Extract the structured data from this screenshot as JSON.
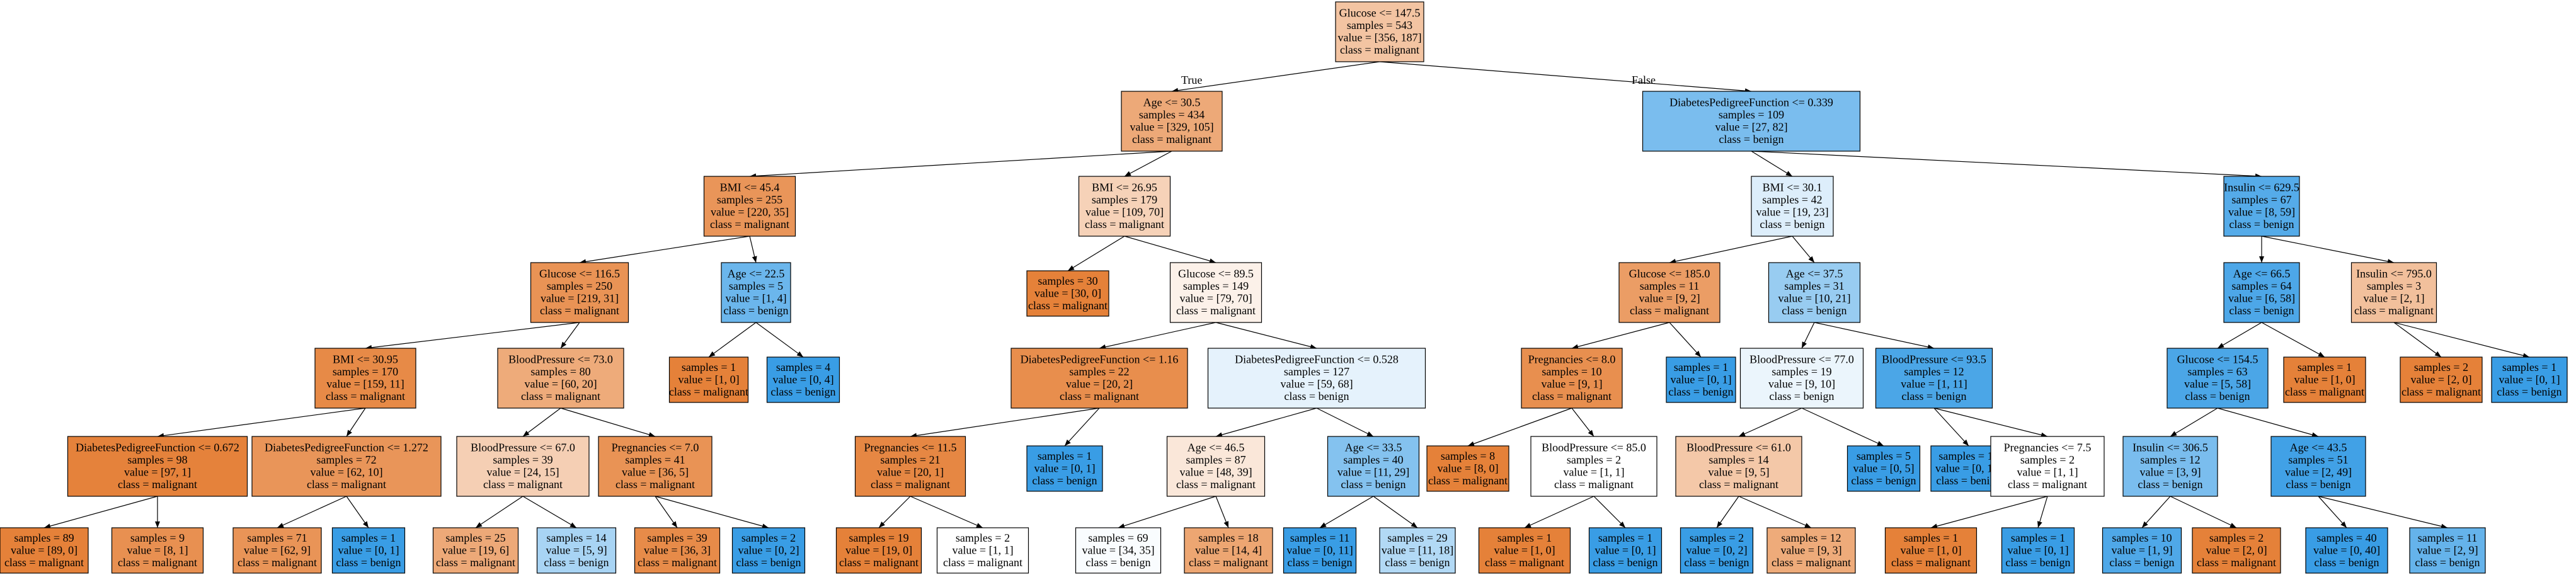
{
  "edge_labels": {
    "true_label": "True",
    "false_label": "False"
  },
  "colors": {
    "malignant": "#e58139",
    "benign": "#399de5",
    "neutral": "#ffffff"
  },
  "nodes": [
    {
      "id": 0,
      "lines": [
        "Glucose <= 147.5",
        "samples = 543",
        "value = [356, 187]",
        "class = malignant"
      ],
      "cls": "m",
      "impurity": 0.47
    },
    {
      "id": 1,
      "lines": [
        "Age <= 30.5",
        "samples = 434",
        "value = [329, 105]",
        "class = malignant"
      ],
      "cls": "m",
      "impurity": 0.68
    },
    {
      "id": 2,
      "lines": [
        "DiabetesPedigreeFunction <= 0.339",
        "samples = 109",
        "value = [27, 82]",
        "class = benign"
      ],
      "cls": "b",
      "impurity": 0.67
    },
    {
      "id": 3,
      "lines": [
        "BMI <= 45.4",
        "samples = 255",
        "value = [220, 35]",
        "class = malignant"
      ],
      "cls": "m",
      "impurity": 0.84
    },
    {
      "id": 4,
      "lines": [
        "BMI <= 26.95",
        "samples = 179",
        "value = [109, 70]",
        "class = malignant"
      ],
      "cls": "m",
      "impurity": 0.36
    },
    {
      "id": 5,
      "lines": [
        "BMI <= 30.1",
        "samples = 42",
        "value = [19, 23]",
        "class = benign"
      ],
      "cls": "b",
      "impurity": 0.17
    },
    {
      "id": 6,
      "lines": [
        "Insulin <= 629.5",
        "samples = 67",
        "value = [8, 59]",
        "class = benign"
      ],
      "cls": "b",
      "impurity": 0.86
    },
    {
      "id": 7,
      "lines": [
        "Glucose <= 116.5",
        "samples = 250",
        "value = [219, 31]",
        "class = malignant"
      ],
      "cls": "m",
      "impurity": 0.86
    },
    {
      "id": 8,
      "lines": [
        "Age <= 22.5",
        "samples = 5",
        "value = [1, 4]",
        "class = benign"
      ],
      "cls": "b",
      "impurity": 0.75
    },
    {
      "id": 9,
      "lines": [
        "samples = 30",
        "value = [30, 0]",
        "class = malignant"
      ],
      "cls": "m",
      "impurity": 1.0
    },
    {
      "id": 10,
      "lines": [
        "Glucose <= 89.5",
        "samples = 149",
        "value = [79, 70]",
        "class = malignant"
      ],
      "cls": "m",
      "impurity": 0.11
    },
    {
      "id": 11,
      "lines": [
        "Glucose <= 185.0",
        "samples = 11",
        "value = [9, 2]",
        "class = malignant"
      ],
      "cls": "m",
      "impurity": 0.78
    },
    {
      "id": 12,
      "lines": [
        "Age <= 37.5",
        "samples = 31",
        "value = [10, 21]",
        "class = benign"
      ],
      "cls": "b",
      "impurity": 0.52
    },
    {
      "id": 13,
      "lines": [
        "Age <= 66.5",
        "samples = 64",
        "value = [6, 58]",
        "class = benign"
      ],
      "cls": "b",
      "impurity": 0.9
    },
    {
      "id": 14,
      "lines": [
        "Insulin <= 795.0",
        "samples = 3",
        "value = [2, 1]",
        "class = malignant"
      ],
      "cls": "m",
      "impurity": 0.5
    },
    {
      "id": 15,
      "lines": [
        "BMI <= 30.95",
        "samples = 170",
        "value = [159, 11]",
        "class = malignant"
      ],
      "cls": "m",
      "impurity": 0.93
    },
    {
      "id": 16,
      "lines": [
        "BloodPressure <= 73.0",
        "samples = 80",
        "value = [60, 20]",
        "class = malignant"
      ],
      "cls": "m",
      "impurity": 0.67
    },
    {
      "id": 17,
      "lines": [
        "samples = 1",
        "value = [1, 0]",
        "class = malignant"
      ],
      "cls": "m",
      "impurity": 1.0
    },
    {
      "id": 18,
      "lines": [
        "samples = 4",
        "value = [0, 4]",
        "class = benign"
      ],
      "cls": "b",
      "impurity": 1.0
    },
    {
      "id": 19,
      "lines": [
        "DiabetesPedigreeFunction <= 1.16",
        "samples = 22",
        "value = [20, 2]",
        "class = malignant"
      ],
      "cls": "m",
      "impurity": 0.9
    },
    {
      "id": 20,
      "lines": [
        "DiabetesPedigreeFunction <= 0.528",
        "samples = 127",
        "value = [59, 68]",
        "class = benign"
      ],
      "cls": "b",
      "impurity": 0.13
    },
    {
      "id": 21,
      "lines": [
        "Pregnancies <= 8.0",
        "samples = 10",
        "value = [9, 1]",
        "class = malignant"
      ],
      "cls": "m",
      "impurity": 0.89
    },
    {
      "id": 22,
      "lines": [
        "samples = 1",
        "value = [0, 1]",
        "class = benign"
      ],
      "cls": "b",
      "impurity": 1.0
    },
    {
      "id": 23,
      "lines": [
        "BloodPressure <= 77.0",
        "samples = 19",
        "value = [9, 10]",
        "class = benign"
      ],
      "cls": "b",
      "impurity": 0.1
    },
    {
      "id": 24,
      "lines": [
        "BloodPressure <= 93.5",
        "samples = 12",
        "value = [1, 11]",
        "class = benign"
      ],
      "cls": "b",
      "impurity": 0.91
    },
    {
      "id": 25,
      "lines": [
        "Glucose <= 154.5",
        "samples = 63",
        "value = [5, 58]",
        "class = benign"
      ],
      "cls": "b",
      "impurity": 0.91
    },
    {
      "id": 26,
      "lines": [
        "samples = 1",
        "value = [1, 0]",
        "class = malignant"
      ],
      "cls": "m",
      "impurity": 1.0
    },
    {
      "id": 27,
      "lines": [
        "samples = 2",
        "value = [2, 0]",
        "class = malignant"
      ],
      "cls": "m",
      "impurity": 1.0
    },
    {
      "id": 28,
      "lines": [
        "samples = 1",
        "value = [0, 1]",
        "class = benign"
      ],
      "cls": "b",
      "impurity": 1.0
    },
    {
      "id": 29,
      "lines": [
        "DiabetesPedigreeFunction <= 0.672",
        "samples = 98",
        "value = [97, 1]",
        "class = malignant"
      ],
      "cls": "m",
      "impurity": 0.99
    },
    {
      "id": 30,
      "lines": [
        "DiabetesPedigreeFunction <= 1.272",
        "samples = 72",
        "value = [62, 10]",
        "class = malignant"
      ],
      "cls": "m",
      "impurity": 0.84
    },
    {
      "id": 31,
      "lines": [
        "BloodPressure <= 67.0",
        "samples = 39",
        "value = [24, 15]",
        "class = malignant"
      ],
      "cls": "m",
      "impurity": 0.38
    },
    {
      "id": 32,
      "lines": [
        "Pregnancies <= 7.0",
        "samples = 41",
        "value = [36, 5]",
        "class = malignant"
      ],
      "cls": "m",
      "impurity": 0.86
    },
    {
      "id": 33,
      "lines": [
        "Pregnancies <= 11.5",
        "samples = 21",
        "value = [20, 1]",
        "class = malignant"
      ],
      "cls": "m",
      "impurity": 0.95
    },
    {
      "id": 34,
      "lines": [
        "samples = 1",
        "value = [0, 1]",
        "class = benign"
      ],
      "cls": "b",
      "impurity": 1.0
    },
    {
      "id": 35,
      "lines": [
        "Age <= 46.5",
        "samples = 87",
        "value = [48, 39]",
        "class = malignant"
      ],
      "cls": "m",
      "impurity": 0.19
    },
    {
      "id": 36,
      "lines": [
        "Age <= 33.5",
        "samples = 40",
        "value = [11, 29]",
        "class = benign"
      ],
      "cls": "b",
      "impurity": 0.62
    },
    {
      "id": 37,
      "lines": [
        "samples = 8",
        "value = [8, 0]",
        "class = malignant"
      ],
      "cls": "m",
      "impurity": 1.0
    },
    {
      "id": 38,
      "lines": [
        "BloodPressure <= 85.0",
        "samples = 2",
        "value = [1, 1]",
        "class = malignant"
      ],
      "cls": "m",
      "impurity": 0.0
    },
    {
      "id": 39,
      "lines": [
        "BloodPressure <= 61.0",
        "samples = 14",
        "value = [9, 5]",
        "class = malignant"
      ],
      "cls": "m",
      "impurity": 0.44
    },
    {
      "id": 40,
      "lines": [
        "samples = 5",
        "value = [0, 5]",
        "class = benign"
      ],
      "cls": "b",
      "impurity": 1.0
    },
    {
      "id": 41,
      "lines": [
        "samples = 10",
        "value = [0, 10]",
        "class = benign"
      ],
      "cls": "b",
      "impurity": 1.0
    },
    {
      "id": 42,
      "lines": [
        "Pregnancies <= 7.5",
        "samples = 2",
        "value = [1, 1]",
        "class = malignant"
      ],
      "cls": "m",
      "impurity": 0.0
    },
    {
      "id": 43,
      "lines": [
        "Insulin <= 306.5",
        "samples = 12",
        "value = [3, 9]",
        "class = benign"
      ],
      "cls": "b",
      "impurity": 0.67
    },
    {
      "id": 44,
      "lines": [
        "Age <= 43.5",
        "samples = 51",
        "value = [2, 49]",
        "class = benign"
      ],
      "cls": "b",
      "impurity": 0.96
    },
    {
      "id": 45,
      "lines": [
        "samples = 89",
        "value = [89, 0]",
        "class = malignant"
      ],
      "cls": "m",
      "impurity": 1.0
    },
    {
      "id": 46,
      "lines": [
        "samples = 9",
        "value = [8, 1]",
        "class = malignant"
      ],
      "cls": "m",
      "impurity": 0.88
    },
    {
      "id": 47,
      "lines": [
        "samples = 71",
        "value = [62, 9]",
        "class = malignant"
      ],
      "cls": "m",
      "impurity": 0.85
    },
    {
      "id": 48,
      "lines": [
        "samples = 1",
        "value = [0, 1]",
        "class = benign"
      ],
      "cls": "b",
      "impurity": 1.0
    },
    {
      "id": 49,
      "lines": [
        "samples = 25",
        "value = [19, 6]",
        "class = malignant"
      ],
      "cls": "m",
      "impurity": 0.68
    },
    {
      "id": 50,
      "lines": [
        "samples = 14",
        "value = [5, 9]",
        "class = benign"
      ],
      "cls": "b",
      "impurity": 0.44
    },
    {
      "id": 51,
      "lines": [
        "samples = 39",
        "value = [36, 3]",
        "class = malignant"
      ],
      "cls": "m",
      "impurity": 0.92
    },
    {
      "id": 52,
      "lines": [
        "samples = 2",
        "value = [0, 2]",
        "class = benign"
      ],
      "cls": "b",
      "impurity": 1.0
    },
    {
      "id": 53,
      "lines": [
        "samples = 19",
        "value = [19, 0]",
        "class = malignant"
      ],
      "cls": "m",
      "impurity": 1.0
    },
    {
      "id": 54,
      "lines": [
        "samples = 2",
        "value = [1, 1]",
        "class = malignant"
      ],
      "cls": "m",
      "impurity": 0.0
    },
    {
      "id": 55,
      "lines": [
        "samples = 69",
        "value = [34, 35]",
        "class = benign"
      ],
      "cls": "b",
      "impurity": 0.03
    },
    {
      "id": 56,
      "lines": [
        "samples = 18",
        "value = [14, 4]",
        "class = malignant"
      ],
      "cls": "m",
      "impurity": 0.71
    },
    {
      "id": 57,
      "lines": [
        "samples = 11",
        "value = [0, 11]",
        "class = benign"
      ],
      "cls": "b",
      "impurity": 1.0
    },
    {
      "id": 58,
      "lines": [
        "samples = 29",
        "value = [11, 18]",
        "class = benign"
      ],
      "cls": "b",
      "impurity": 0.39
    },
    {
      "id": 59,
      "lines": [
        "samples = 1",
        "value = [1, 0]",
        "class = malignant"
      ],
      "cls": "m",
      "impurity": 1.0
    },
    {
      "id": 60,
      "lines": [
        "samples = 1",
        "value = [0, 1]",
        "class = benign"
      ],
      "cls": "b",
      "impurity": 1.0
    },
    {
      "id": 61,
      "lines": [
        "samples = 2",
        "value = [0, 2]",
        "class = benign"
      ],
      "cls": "b",
      "impurity": 1.0
    },
    {
      "id": 62,
      "lines": [
        "samples = 12",
        "value = [9, 3]",
        "class = malignant"
      ],
      "cls": "m",
      "impurity": 0.67
    },
    {
      "id": 63,
      "lines": [
        "samples = 1",
        "value = [1, 0]",
        "class = malignant"
      ],
      "cls": "m",
      "impurity": 1.0
    },
    {
      "id": 64,
      "lines": [
        "samples = 1",
        "value = [0, 1]",
        "class = benign"
      ],
      "cls": "b",
      "impurity": 1.0
    },
    {
      "id": 65,
      "lines": [
        "samples = 10",
        "value = [1, 9]",
        "class = benign"
      ],
      "cls": "b",
      "impurity": 0.89
    },
    {
      "id": 66,
      "lines": [
        "samples = 2",
        "value = [2, 0]",
        "class = malignant"
      ],
      "cls": "m",
      "impurity": 1.0
    },
    {
      "id": 67,
      "lines": [
        "samples = 40",
        "value = [0, 40]",
        "class = benign"
      ],
      "cls": "b",
      "impurity": 1.0
    },
    {
      "id": 68,
      "lines": [
        "samples = 11",
        "value = [2, 9]",
        "class = benign"
      ],
      "cls": "b",
      "impurity": 0.78
    }
  ],
  "edges": [
    [
      0,
      1
    ],
    [
      0,
      2
    ],
    [
      1,
      3
    ],
    [
      1,
      4
    ],
    [
      2,
      5
    ],
    [
      2,
      6
    ],
    [
      3,
      7
    ],
    [
      3,
      8
    ],
    [
      4,
      9
    ],
    [
      4,
      10
    ],
    [
      5,
      11
    ],
    [
      5,
      12
    ],
    [
      6,
      13
    ],
    [
      6,
      14
    ],
    [
      7,
      15
    ],
    [
      7,
      16
    ],
    [
      8,
      17
    ],
    [
      8,
      18
    ],
    [
      10,
      19
    ],
    [
      10,
      20
    ],
    [
      11,
      21
    ],
    [
      11,
      22
    ],
    [
      12,
      23
    ],
    [
      12,
      24
    ],
    [
      13,
      25
    ],
    [
      13,
      26
    ],
    [
      14,
      27
    ],
    [
      14,
      28
    ],
    [
      15,
      29
    ],
    [
      15,
      30
    ],
    [
      16,
      31
    ],
    [
      16,
      32
    ],
    [
      19,
      33
    ],
    [
      19,
      34
    ],
    [
      20,
      35
    ],
    [
      20,
      36
    ],
    [
      21,
      37
    ],
    [
      21,
      38
    ],
    [
      23,
      39
    ],
    [
      23,
      40
    ],
    [
      24,
      41
    ],
    [
      24,
      42
    ],
    [
      25,
      43
    ],
    [
      25,
      44
    ],
    [
      29,
      45
    ],
    [
      29,
      46
    ],
    [
      30,
      47
    ],
    [
      30,
      48
    ],
    [
      31,
      49
    ],
    [
      31,
      50
    ],
    [
      32,
      51
    ],
    [
      32,
      52
    ],
    [
      33,
      53
    ],
    [
      33,
      54
    ],
    [
      35,
      55
    ],
    [
      35,
      56
    ],
    [
      36,
      57
    ],
    [
      36,
      58
    ],
    [
      38,
      59
    ],
    [
      38,
      60
    ],
    [
      39,
      61
    ],
    [
      39,
      62
    ],
    [
      42,
      63
    ],
    [
      42,
      64
    ],
    [
      43,
      65
    ],
    [
      43,
      66
    ],
    [
      44,
      67
    ],
    [
      44,
      68
    ]
  ]
}
